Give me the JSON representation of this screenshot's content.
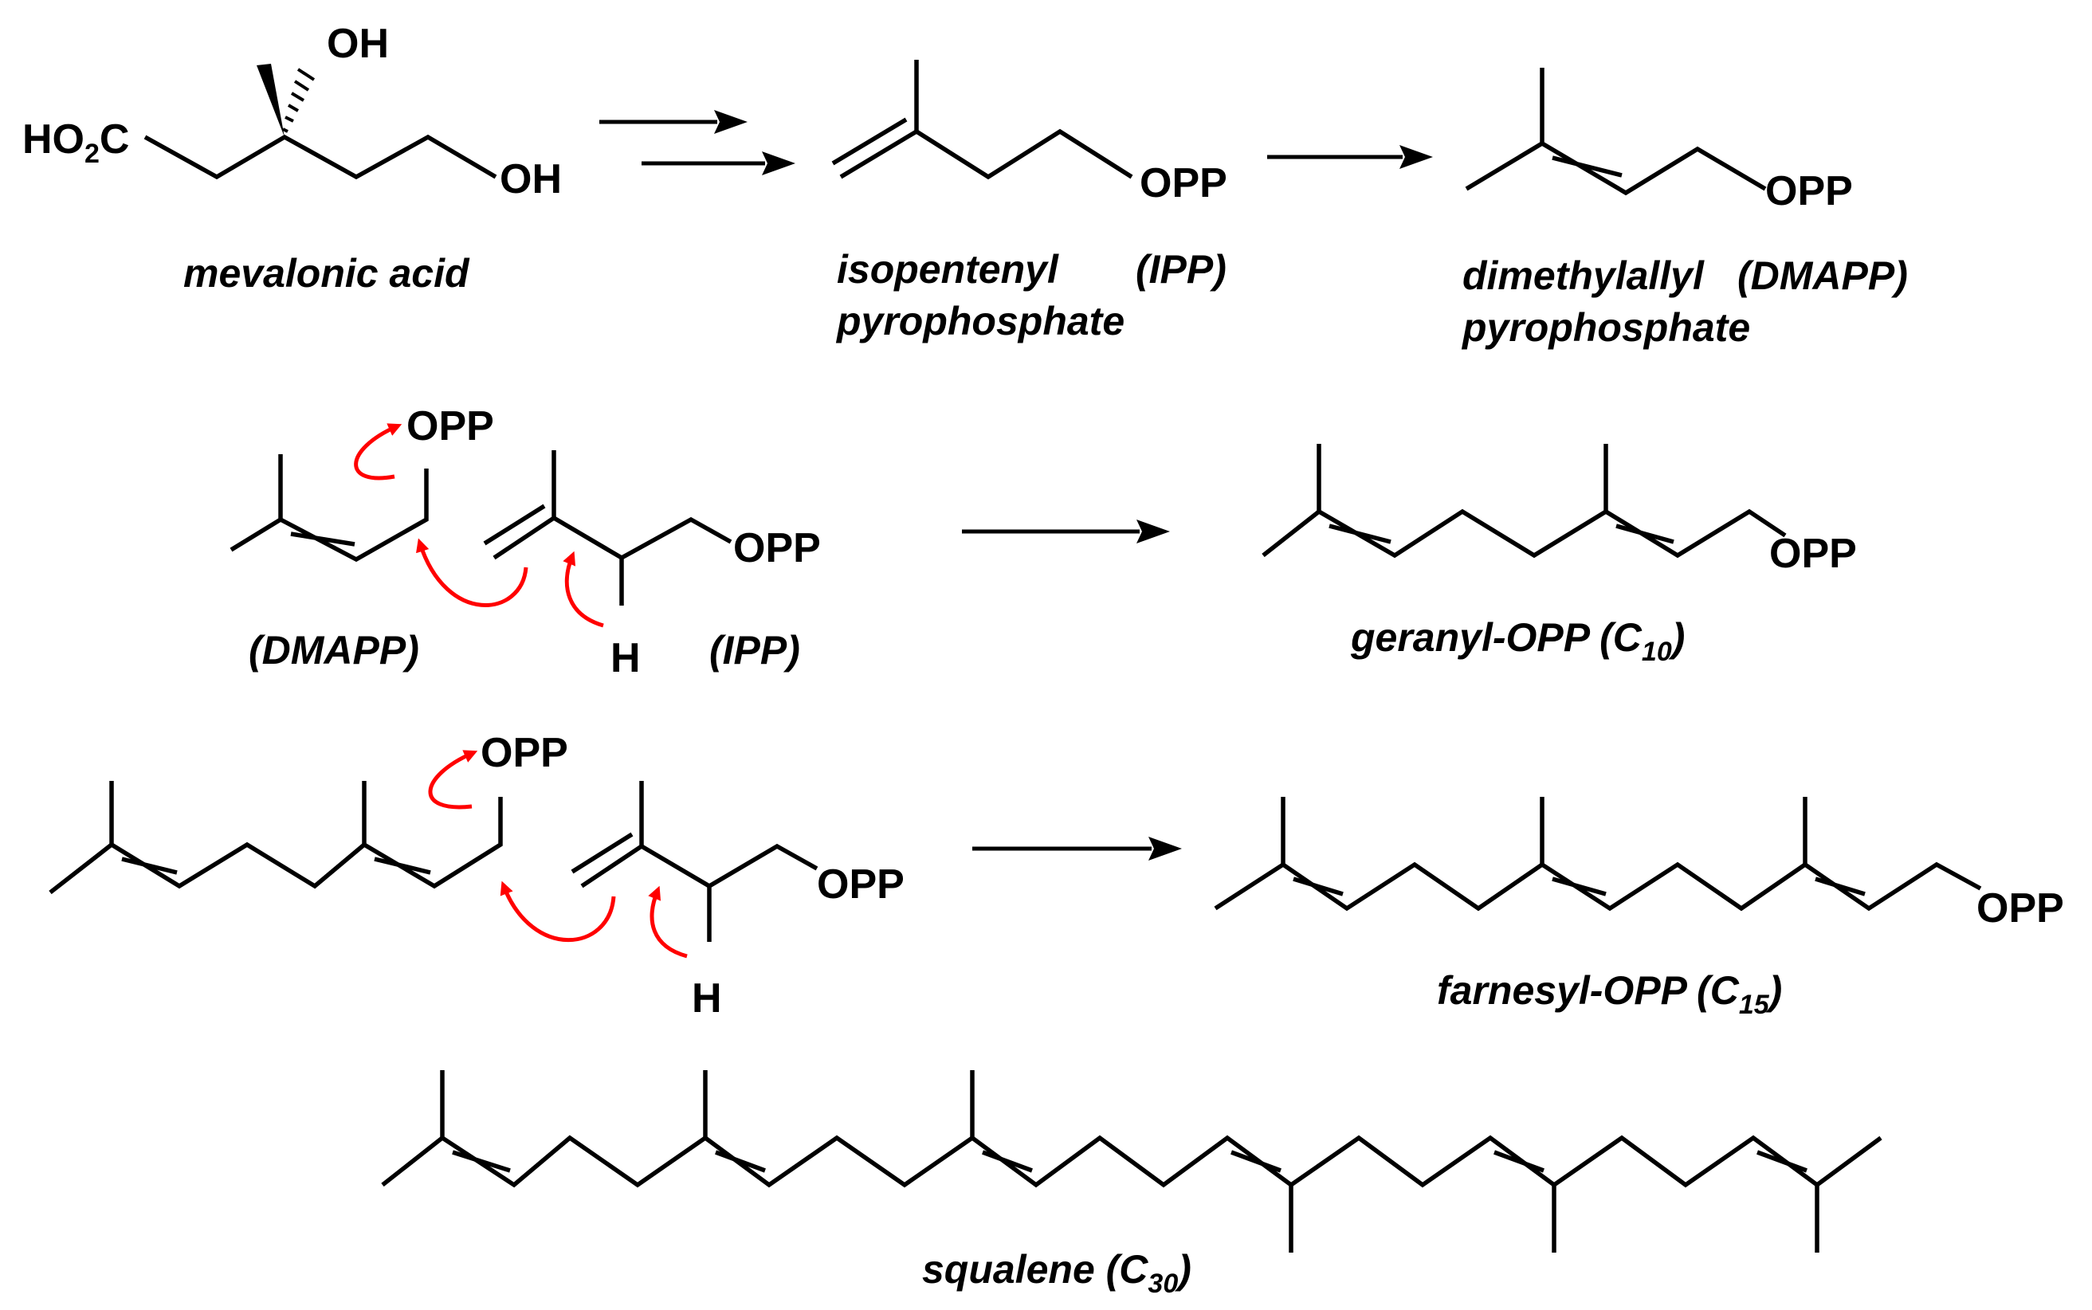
{
  "molecules": {
    "mevalonic_acid": {
      "name": "mevalonic acid",
      "acid_group": "HO",
      "acid_sub": "2",
      "acid_c": "C",
      "hydroxyl_top": "OH",
      "hydroxyl_end": "OH"
    },
    "ipp": {
      "name_line1": "isopentenyl",
      "abbr": "(IPP)",
      "name_line2": "pyrophosphate",
      "group": "OPP"
    },
    "dmapp": {
      "name_line1": "dimethylallyl",
      "abbr": "(DMAPP)",
      "name_line2": "pyrophosphate",
      "group": "OPP"
    },
    "geranyl": {
      "name": "geranyl-OPP (C",
      "count": "10",
      "close": ")",
      "group": "OPP"
    },
    "farnesyl": {
      "name": "farnesyl-OPP (C",
      "count": "15",
      "close": ")",
      "group": "OPP"
    },
    "squalene": {
      "name": "squalene (C",
      "count": "30",
      "close": ")"
    }
  },
  "mechanism_1": {
    "leaving_group": "OPP",
    "ipp_group": "OPP",
    "hydrogen": "H",
    "dmapp_label": "(DMAPP)",
    "ipp_label": "(IPP)"
  },
  "mechanism_2": {
    "leaving_group": "OPP",
    "ipp_group": "OPP",
    "hydrogen": "H"
  },
  "colors": {
    "bonds": "#000000",
    "electron_arrows": "#ff0000",
    "background": "#ffffff"
  }
}
